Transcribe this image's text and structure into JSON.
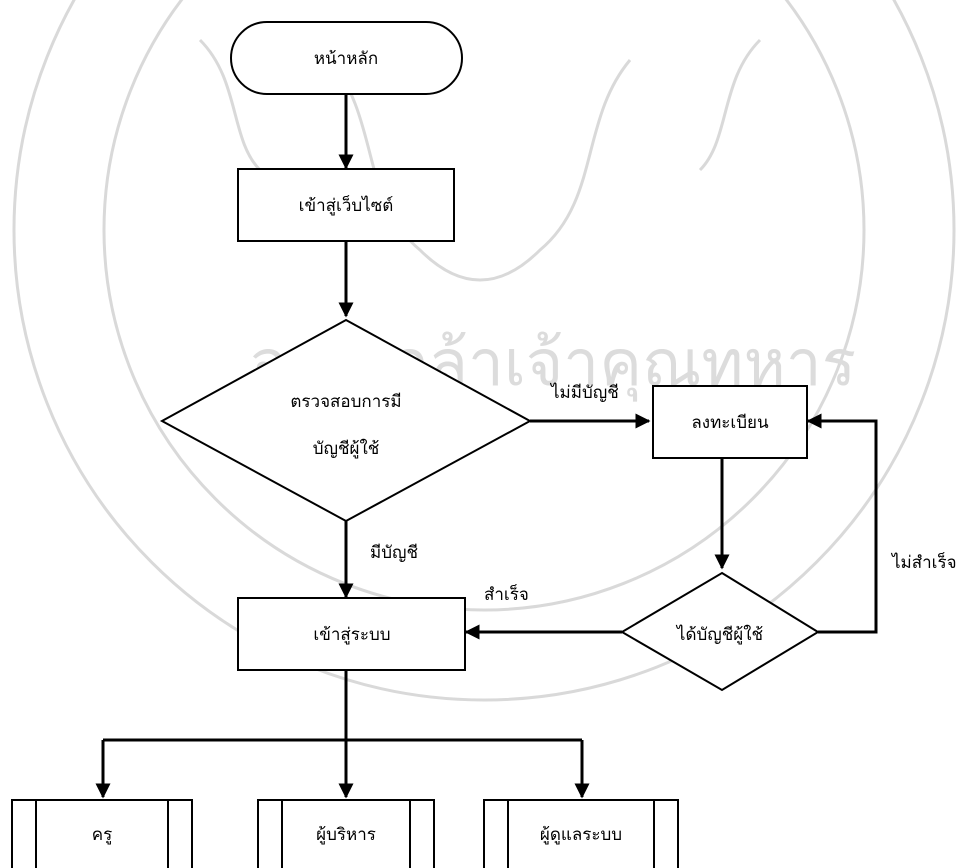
{
  "nodes": {
    "start": "หน้าหลัก",
    "enter_site": "เข้าสู่เว็บไซต์",
    "check_line1": "ตรวจสอบการมี",
    "check_line2": "บัญชีผู้ใช้",
    "register": "ลงทะเบียน",
    "got_account": "ได้บัญชีผู้ใช้",
    "login": "เข้าสู่ระบบ",
    "teacher": "ครู",
    "executive": "ผู้บริหาร",
    "admin": "ผู้ดูแลระบบ"
  },
  "edges": {
    "no_account": "ไม่มีบัญชี",
    "has_account": "มีบัญชี",
    "success": "สำเร็จ",
    "failed": "ไม่สำเร็จ"
  },
  "watermark": {
    "text": "จอมเกล้าเจ้าคุณทหาร"
  }
}
